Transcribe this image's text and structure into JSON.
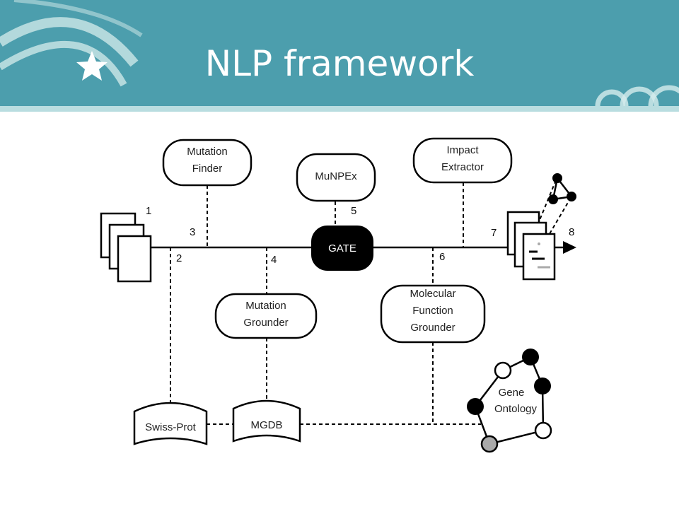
{
  "slide": {
    "title": "NLP framework"
  },
  "diagram": {
    "modules": {
      "mutation_finder": [
        "Mutation",
        "Finder"
      ],
      "munpex": "MuNPEx",
      "impact_extractor": [
        "Impact",
        "Extractor"
      ],
      "gate": "GATE",
      "mutation_grounder": [
        "Mutation",
        "Grounder"
      ],
      "molecular_function_grounder": [
        "Molecular",
        "Function",
        "Grounder"
      ]
    },
    "databases": {
      "swiss_prot": "Swiss-Prot",
      "mgdb": "MGDB"
    },
    "ontology": [
      "Gene",
      "Ontology"
    ],
    "step_numbers": [
      "1",
      "2",
      "3",
      "4",
      "5",
      "6",
      "7",
      "8"
    ]
  },
  "colors": {
    "banner": "#4a9fab",
    "banner_stripe": "#b8dde0",
    "gate_fill": "#000000"
  }
}
